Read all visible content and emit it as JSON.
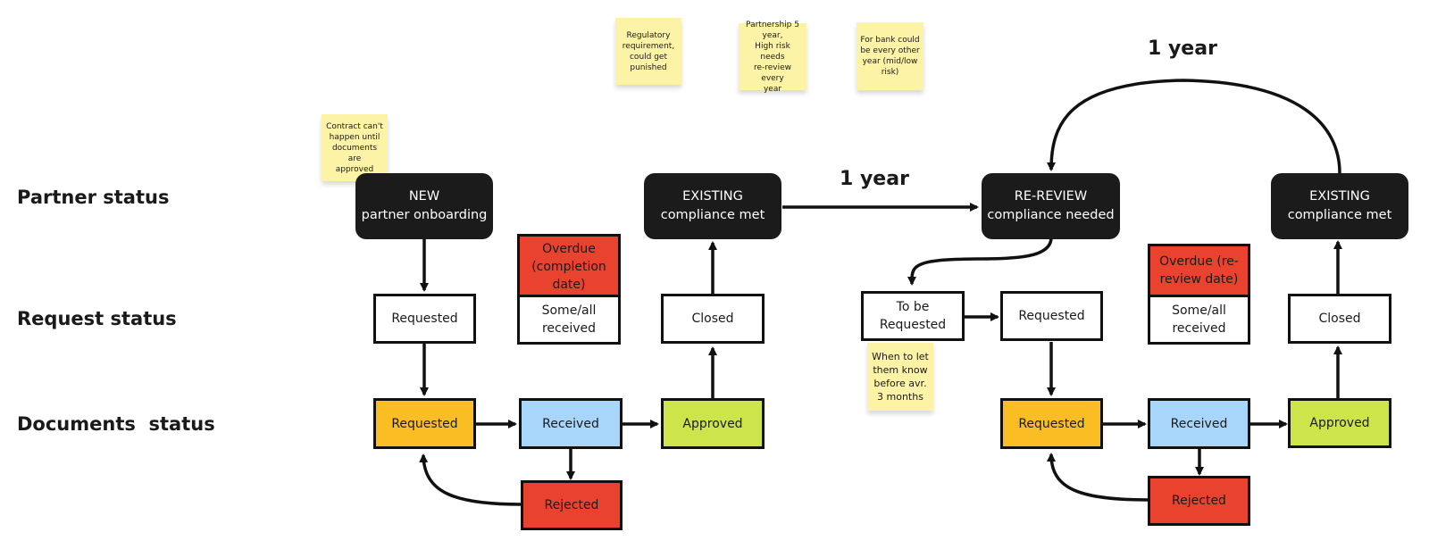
{
  "colors": {
    "dark_node": "#1b1b1b",
    "overdue": "#e9432f",
    "requested": "#fbbd24",
    "received": "#a8d6fb",
    "approved": "#cde44a",
    "rejected": "#e9432f",
    "sticky": "#fdf3a6"
  },
  "row_labels": {
    "partner": "Partner status",
    "request": "Request status",
    "documents": "Documents  status"
  },
  "sticky_notes": {
    "contract": "Contract can't\nhappen until\ndocuments are\napproved",
    "regulatory": "Regulatory\nrequirement,\ncould get\npunished",
    "partnership": "Partnership 5\nyear,\nHigh risk needs\nre-review every\nyear",
    "bank": "For bank could\nbe every other\nyear (mid/low\nrisk)",
    "when_to_let": "When to let\nthem know\nbefore avr.\n3 months"
  },
  "year_labels": {
    "middle": "1 year",
    "top": "1 year"
  },
  "onboarding_flow": {
    "partner_new": "NEW\npartner onboarding",
    "partner_existing": "EXISTING\ncompliance met",
    "request_requested": "Requested",
    "request_overdue": "Overdue\n(completion\ndate)",
    "request_some_received": "Some/all\nreceived",
    "request_closed": "Closed",
    "doc_requested": "Requested",
    "doc_received": "Received",
    "doc_approved": "Approved",
    "doc_rejected": "Rejected"
  },
  "rereview_flow": {
    "partner_rereview": "RE-REVIEW\ncompliance needed",
    "partner_existing": "EXISTING\ncompliance met",
    "request_to_be_requested": "To be\nRequested",
    "request_requested": "Requested",
    "request_overdue": "Overdue (re-\nreview date)",
    "request_some_received": "Some/all\nreceived",
    "request_closed": "Closed",
    "doc_requested": "Requested",
    "doc_received": "Received",
    "doc_approved": "Approved",
    "doc_rejected": "Rejected"
  }
}
